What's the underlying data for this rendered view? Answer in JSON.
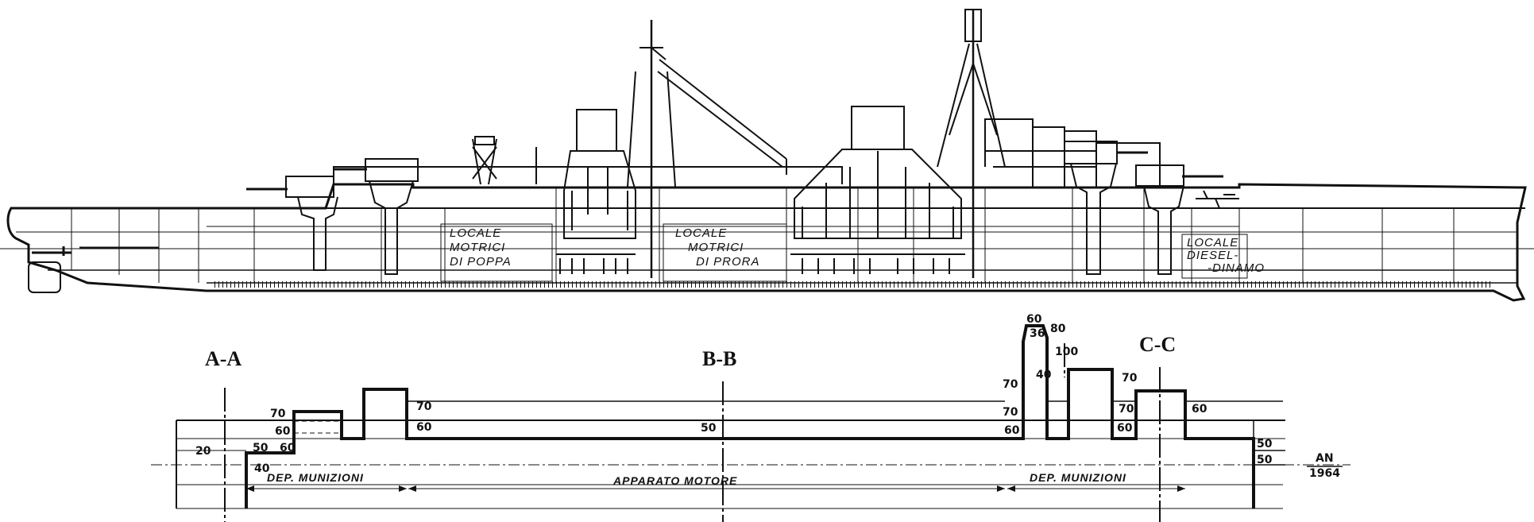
{
  "profile": {
    "compartment_labels": [
      {
        "lines": [
          "LOCALE",
          "MOTRICI",
          "DI POPPA"
        ]
      },
      {
        "lines": [
          "LOCALE",
          "MOTRICI",
          "DI PRORA"
        ]
      },
      {
        "lines": [
          "LOCALE",
          "DIESEL-",
          "-DINAMO"
        ]
      }
    ]
  },
  "armor_plan": {
    "sections": [
      "A-A",
      "B-B",
      "C-C"
    ],
    "bands": [
      "DEP. MUNIZIONI",
      "APPARATO MOTORE",
      "DEP. MUNIZIONI"
    ],
    "thickness_labels": [
      "70",
      "60",
      "50",
      "60",
      "20",
      "40",
      "70",
      "60",
      "50",
      "60",
      "80",
      "36",
      "100",
      "40",
      "70",
      "70",
      "60",
      "70",
      "70",
      "60",
      "60",
      "50"
    ],
    "signature": [
      "AN",
      "1964"
    ]
  }
}
